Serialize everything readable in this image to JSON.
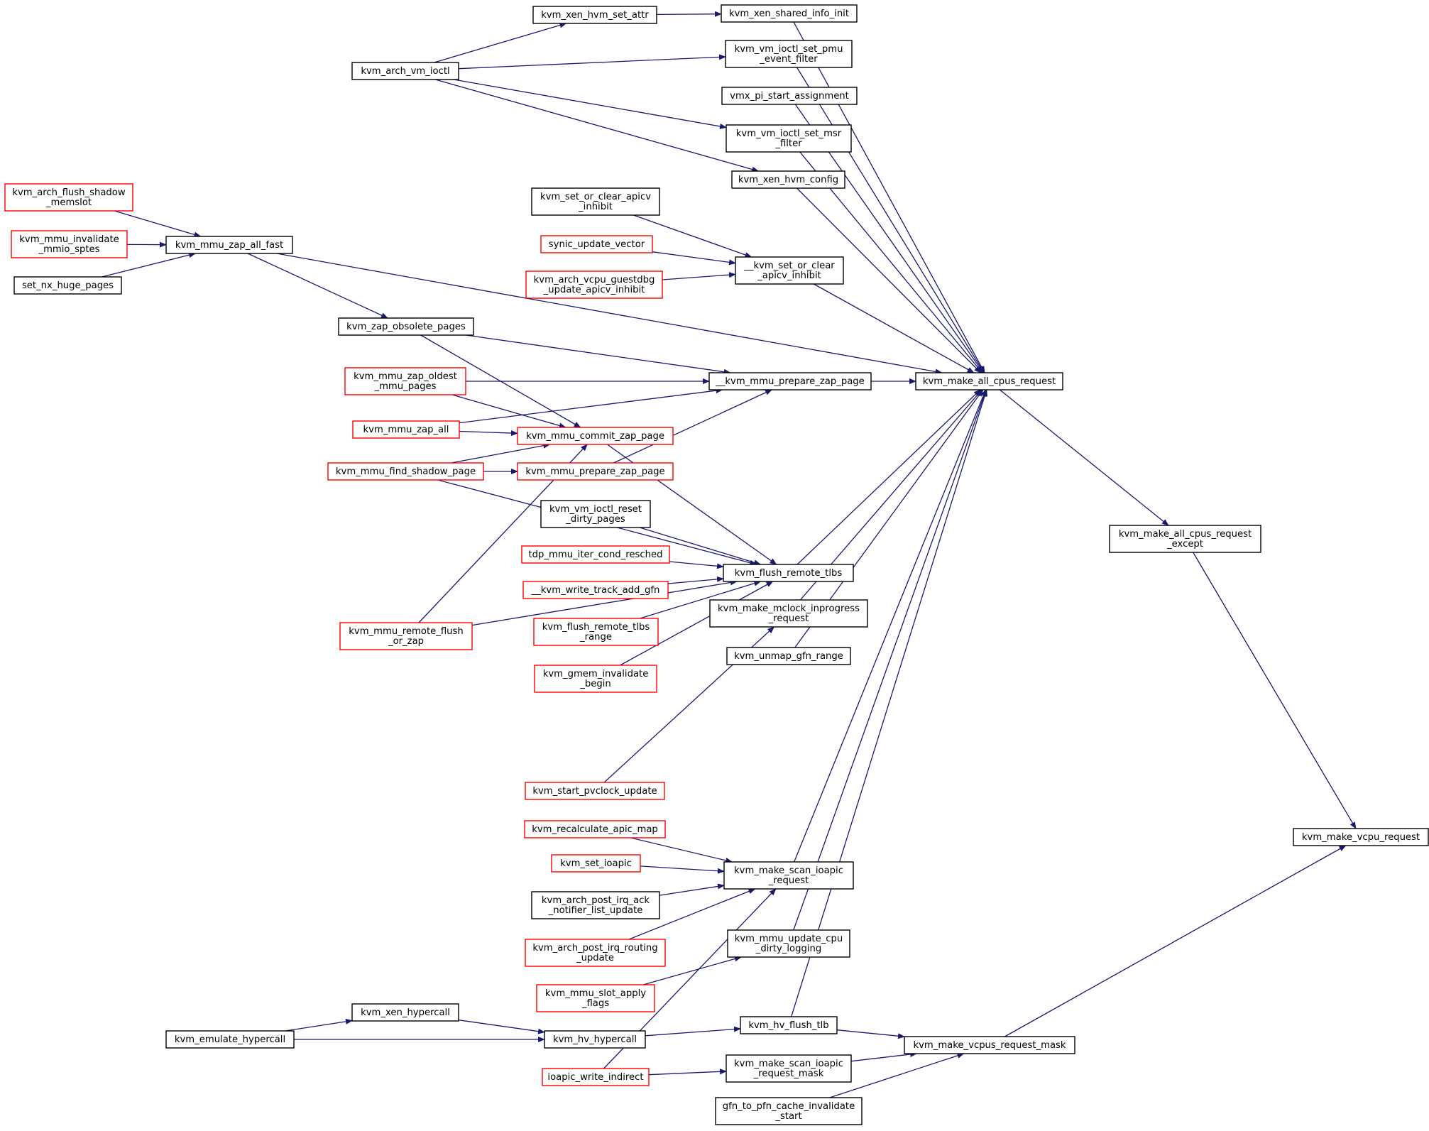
{
  "colors": {
    "edge": "#191970",
    "node_border_normal": "#000000",
    "node_border_truncated": "#ff0000",
    "focus_fill": "#bfbfbf",
    "background": "#ffffff"
  },
  "nodes": [
    {
      "id": "xen_set_attr",
      "lines": [
        "kvm_xen_hvm_set_attr"
      ],
      "border": "black"
    },
    {
      "id": "xen_shared_info",
      "lines": [
        "kvm_xen_shared_info_init"
      ],
      "border": "black"
    },
    {
      "id": "arch_vm_ioctl",
      "lines": [
        "kvm_arch_vm_ioctl"
      ],
      "border": "black"
    },
    {
      "id": "set_pmu_filter",
      "lines": [
        "kvm_vm_ioctl_set_pmu",
        "_event_filter"
      ],
      "border": "black"
    },
    {
      "id": "vmx_pi",
      "lines": [
        "vmx_pi_start_assignment"
      ],
      "border": "black"
    },
    {
      "id": "set_msr_filter",
      "lines": [
        "kvm_vm_ioctl_set_msr",
        "_filter"
      ],
      "border": "black"
    },
    {
      "id": "xen_hvm_config",
      "lines": [
        "kvm_xen_hvm_config"
      ],
      "border": "black"
    },
    {
      "id": "flush_shadow_memslot",
      "lines": [
        "kvm_arch_flush_shadow",
        "_memslot"
      ],
      "border": "red"
    },
    {
      "id": "set_or_clear_apicv",
      "lines": [
        "kvm_set_or_clear_apicv",
        "_inhibit"
      ],
      "border": "black"
    },
    {
      "id": "mmu_invalidate_mmio",
      "lines": [
        "kvm_mmu_invalidate",
        "_mmio_sptes"
      ],
      "border": "red"
    },
    {
      "id": "mmu_zap_all_fast",
      "lines": [
        "kvm_mmu_zap_all_fast"
      ],
      "border": "black"
    },
    {
      "id": "synic_update_vector",
      "lines": [
        "synic_update_vector"
      ],
      "border": "red"
    },
    {
      "id": "__set_or_clear_apicv",
      "lines": [
        "__kvm_set_or_clear",
        "_apicv_inhibit"
      ],
      "border": "black"
    },
    {
      "id": "set_nx_huge_pages",
      "lines": [
        "set_nx_huge_pages"
      ],
      "border": "black"
    },
    {
      "id": "guestdbg_apicv",
      "lines": [
        "kvm_arch_vcpu_guestdbg",
        "_update_apicv_inhibit"
      ],
      "border": "red"
    },
    {
      "id": "zap_obsolete_pages",
      "lines": [
        "kvm_zap_obsolete_pages"
      ],
      "border": "black"
    },
    {
      "id": "zap_oldest",
      "lines": [
        "kvm_mmu_zap_oldest",
        "_mmu_pages"
      ],
      "border": "red"
    },
    {
      "id": "__mmu_prepare_zap",
      "lines": [
        "__kvm_mmu_prepare_zap_page"
      ],
      "border": "black"
    },
    {
      "id": "make_all_cpus_request",
      "lines": [
        "kvm_make_all_cpus_request"
      ],
      "border": "black"
    },
    {
      "id": "mmu_zap_all",
      "lines": [
        "kvm_mmu_zap_all"
      ],
      "border": "red"
    },
    {
      "id": "commit_zap",
      "lines": [
        "kvm_mmu_commit_zap_page"
      ],
      "border": "red"
    },
    {
      "id": "find_shadow",
      "lines": [
        "kvm_mmu_find_shadow_page"
      ],
      "border": "red"
    },
    {
      "id": "prepare_zap",
      "lines": [
        "kvm_mmu_prepare_zap_page"
      ],
      "border": "red"
    },
    {
      "id": "reset_dirty",
      "lines": [
        "kvm_vm_ioctl_reset",
        "_dirty_pages"
      ],
      "border": "black"
    },
    {
      "id": "all_cpus_except",
      "lines": [
        "kvm_make_all_cpus_request",
        "_except"
      ],
      "border": "black"
    },
    {
      "id": "tdp_resched",
      "lines": [
        "tdp_mmu_iter_cond_resched"
      ],
      "border": "red"
    },
    {
      "id": "flush_remote_tlbs",
      "lines": [
        "kvm_flush_remote_tlbs"
      ],
      "border": "black"
    },
    {
      "id": "write_track",
      "lines": [
        "__kvm_write_track_add_gfn"
      ],
      "border": "red"
    },
    {
      "id": "mclock",
      "lines": [
        "kvm_make_mclock_inprogress",
        "_request"
      ],
      "border": "black"
    },
    {
      "id": "flush_range",
      "lines": [
        "kvm_flush_remote_tlbs",
        "_range"
      ],
      "border": "red"
    },
    {
      "id": "remote_flush_or_zap",
      "lines": [
        "kvm_mmu_remote_flush",
        "_or_zap"
      ],
      "border": "red"
    },
    {
      "id": "unmap_gfn",
      "lines": [
        "kvm_unmap_gfn_range"
      ],
      "border": "black"
    },
    {
      "id": "gmem_invalidate",
      "lines": [
        "kvm_gmem_invalidate",
        "_begin"
      ],
      "border": "red"
    },
    {
      "id": "pvclock",
      "lines": [
        "kvm_start_pvclock_update"
      ],
      "border": "red"
    },
    {
      "id": "recalc_apic",
      "lines": [
        "kvm_recalculate_apic_map"
      ],
      "border": "red"
    },
    {
      "id": "make_vcpu_request",
      "lines": [
        "kvm_make_vcpu_request"
      ],
      "border": "black",
      "focus": true
    },
    {
      "id": "set_ioapic",
      "lines": [
        "kvm_set_ioapic"
      ],
      "border": "red"
    },
    {
      "id": "scan_ioapic",
      "lines": [
        "kvm_make_scan_ioapic",
        "_request"
      ],
      "border": "black"
    },
    {
      "id": "post_irq_ack",
      "lines": [
        "kvm_arch_post_irq_ack",
        "_notifier_list_update"
      ],
      "border": "black"
    },
    {
      "id": "post_irq_routing",
      "lines": [
        "kvm_arch_post_irq_routing",
        "_update"
      ],
      "border": "red"
    },
    {
      "id": "cpu_dirty_logging",
      "lines": [
        "kvm_mmu_update_cpu",
        "_dirty_logging"
      ],
      "border": "black"
    },
    {
      "id": "slot_apply_flags",
      "lines": [
        "kvm_mmu_slot_apply",
        "_flags"
      ],
      "border": "red"
    },
    {
      "id": "xen_hypercall",
      "lines": [
        "kvm_xen_hypercall"
      ],
      "border": "black"
    },
    {
      "id": "hv_flush_tlb",
      "lines": [
        "kvm_hv_flush_tlb"
      ],
      "border": "black"
    },
    {
      "id": "emulate_hypercall",
      "lines": [
        "kvm_emulate_hypercall"
      ],
      "border": "black"
    },
    {
      "id": "hv_hypercall",
      "lines": [
        "kvm_hv_hypercall"
      ],
      "border": "black"
    },
    {
      "id": "vcpus_request_mask",
      "lines": [
        "kvm_make_vcpus_request_mask"
      ],
      "border": "black"
    },
    {
      "id": "scan_ioapic_mask",
      "lines": [
        "kvm_make_scan_ioapic",
        "_request_mask"
      ],
      "border": "black"
    },
    {
      "id": "ioapic_write",
      "lines": [
        "ioapic_write_indirect"
      ],
      "border": "red"
    },
    {
      "id": "gfn_pfn_cache",
      "lines": [
        "gfn_to_pfn_cache_invalidate",
        "_start"
      ],
      "border": "black"
    }
  ],
  "edges": [
    [
      "xen_set_attr",
      "xen_shared_info"
    ],
    [
      "arch_vm_ioctl",
      "xen_set_attr"
    ],
    [
      "arch_vm_ioctl",
      "set_pmu_filter"
    ],
    [
      "arch_vm_ioctl",
      "set_msr_filter"
    ],
    [
      "arch_vm_ioctl",
      "xen_hvm_config"
    ],
    [
      "xen_shared_info",
      "make_all_cpus_request"
    ],
    [
      "set_pmu_filter",
      "make_all_cpus_request"
    ],
    [
      "vmx_pi",
      "make_all_cpus_request"
    ],
    [
      "set_msr_filter",
      "make_all_cpus_request"
    ],
    [
      "xen_hvm_config",
      "make_all_cpus_request"
    ],
    [
      "mmu_zap_all_fast",
      "make_all_cpus_request"
    ],
    [
      "flush_shadow_memslot",
      "mmu_zap_all_fast"
    ],
    [
      "mmu_invalidate_mmio",
      "mmu_zap_all_fast"
    ],
    [
      "set_nx_huge_pages",
      "mmu_zap_all_fast"
    ],
    [
      "mmu_zap_all_fast",
      "zap_obsolete_pages"
    ],
    [
      "set_or_clear_apicv",
      "__set_or_clear_apicv"
    ],
    [
      "synic_update_vector",
      "__set_or_clear_apicv"
    ],
    [
      "guestdbg_apicv",
      "__set_or_clear_apicv"
    ],
    [
      "__set_or_clear_apicv",
      "make_all_cpus_request"
    ],
    [
      "zap_obsolete_pages",
      "__mmu_prepare_zap"
    ],
    [
      "zap_oldest",
      "__mmu_prepare_zap"
    ],
    [
      "mmu_zap_all",
      "__mmu_prepare_zap"
    ],
    [
      "prepare_zap",
      "__mmu_prepare_zap"
    ],
    [
      "__mmu_prepare_zap",
      "make_all_cpus_request"
    ],
    [
      "zap_obsolete_pages",
      "commit_zap"
    ],
    [
      "zap_oldest",
      "commit_zap"
    ],
    [
      "mmu_zap_all",
      "commit_zap"
    ],
    [
      "find_shadow",
      "commit_zap"
    ],
    [
      "remote_flush_or_zap",
      "commit_zap"
    ],
    [
      "find_shadow",
      "prepare_zap"
    ],
    [
      "commit_zap",
      "flush_remote_tlbs"
    ],
    [
      "find_shadow",
      "flush_remote_tlbs"
    ],
    [
      "remote_flush_or_zap",
      "flush_remote_tlbs"
    ],
    [
      "reset_dirty",
      "flush_remote_tlbs"
    ],
    [
      "tdp_resched",
      "flush_remote_tlbs"
    ],
    [
      "write_track",
      "flush_remote_tlbs"
    ],
    [
      "flush_range",
      "flush_remote_tlbs"
    ],
    [
      "gmem_invalidate",
      "flush_remote_tlbs"
    ],
    [
      "pvclock",
      "mclock"
    ],
    [
      "flush_remote_tlbs",
      "make_all_cpus_request"
    ],
    [
      "mclock",
      "make_all_cpus_request"
    ],
    [
      "unmap_gfn",
      "make_all_cpus_request"
    ],
    [
      "scan_ioapic",
      "make_all_cpus_request"
    ],
    [
      "cpu_dirty_logging",
      "make_all_cpus_request"
    ],
    [
      "hv_flush_tlb",
      "make_all_cpus_request"
    ],
    [
      "make_all_cpus_request",
      "all_cpus_except"
    ],
    [
      "all_cpus_except",
      "make_vcpu_request"
    ],
    [
      "vcpus_request_mask",
      "make_vcpu_request"
    ],
    [
      "recalc_apic",
      "scan_ioapic"
    ],
    [
      "set_ioapic",
      "scan_ioapic"
    ],
    [
      "post_irq_ack",
      "scan_ioapic"
    ],
    [
      "post_irq_routing",
      "scan_ioapic"
    ],
    [
      "ioapic_write",
      "scan_ioapic"
    ],
    [
      "slot_apply_flags",
      "cpu_dirty_logging"
    ],
    [
      "emulate_hypercall",
      "xen_hypercall"
    ],
    [
      "emulate_hypercall",
      "hv_hypercall"
    ],
    [
      "xen_hypercall",
      "hv_hypercall"
    ],
    [
      "hv_hypercall",
      "hv_flush_tlb"
    ],
    [
      "hv_flush_tlb",
      "vcpus_request_mask"
    ],
    [
      "scan_ioapic_mask",
      "vcpus_request_mask"
    ],
    [
      "gfn_pfn_cache",
      "vcpus_request_mask"
    ],
    [
      "ioapic_write",
      "scan_ioapic_mask"
    ]
  ]
}
